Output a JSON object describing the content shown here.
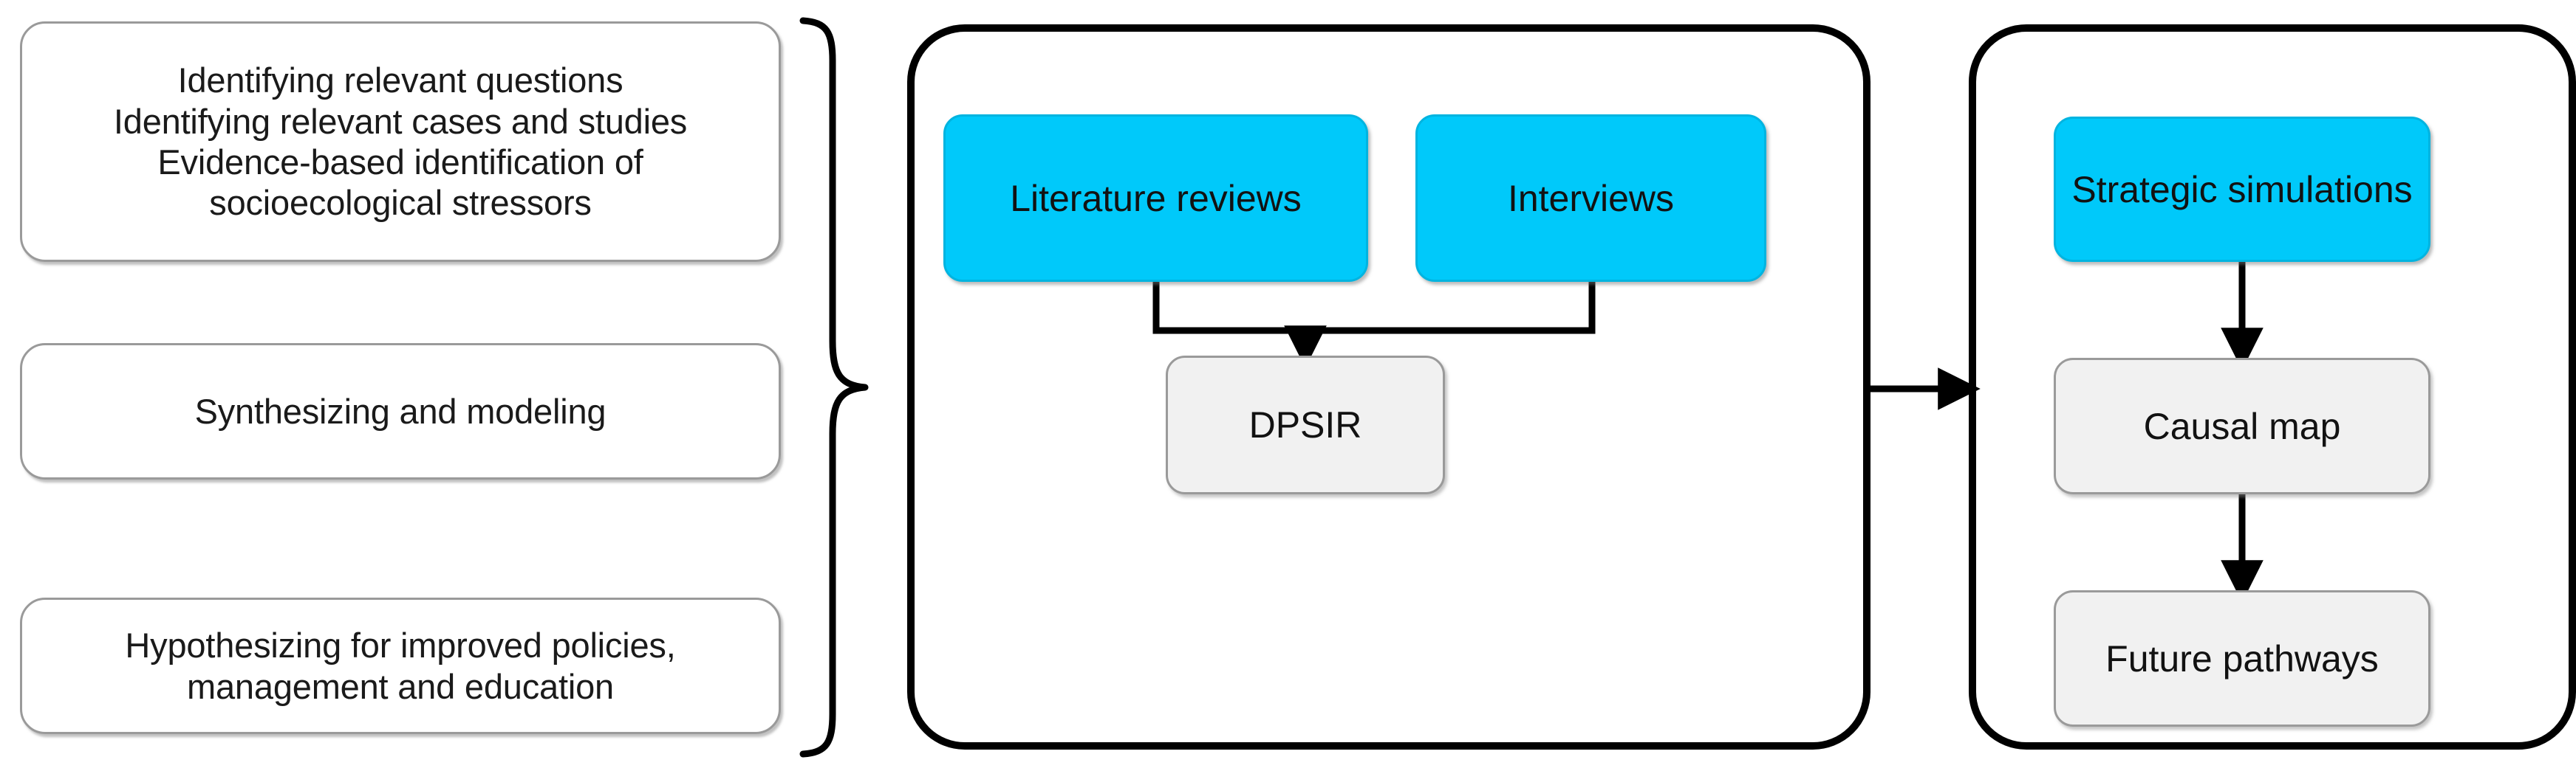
{
  "figure": {
    "type": "flow-diagram",
    "background_color": "#ffffff",
    "accent_color": "#00C9FA",
    "neutral_color": "#F1F1F1",
    "line_color": "#000000"
  },
  "phases": {
    "brace_label": "curly-brace-grouping-phases",
    "items": [
      {
        "id": "phase-1",
        "text": "Identifying relevant questions\nIdentifying relevant cases and studies\nEvidence-based identification of\nsocioecological stressors",
        "lines": [
          "Identifying relevant questions",
          "Identifying relevant cases and studies",
          "Evidence-based identification of",
          "socioecological stressors"
        ]
      },
      {
        "id": "phase-2",
        "text": "Synthesizing and modeling",
        "lines": [
          "Synthesizing and modeling"
        ]
      },
      {
        "id": "phase-3",
        "text": "Hypothesizing for improved policies,\nmanagement and education",
        "lines": [
          "Hypothesizing for improved policies,",
          "management and education"
        ]
      }
    ]
  },
  "methods_panel": {
    "name": "methods-panel",
    "nodes": {
      "literature": {
        "label": "Literature reviews",
        "style": "cyan"
      },
      "interviews": {
        "label": "Interviews",
        "style": "cyan"
      },
      "dpsir": {
        "label": "DPSIR",
        "style": "grey"
      }
    }
  },
  "outcomes_panel": {
    "name": "outcomes-panel",
    "nodes": {
      "strategic": {
        "label": "Strategic simulations",
        "style": "cyan"
      },
      "causal": {
        "label": "Causal map",
        "style": "grey"
      },
      "future": {
        "label": "Future pathways",
        "style": "grey"
      }
    }
  },
  "connections": [
    {
      "from": "literature",
      "to": "dpsir",
      "kind": "merge-arrow"
    },
    {
      "from": "interviews",
      "to": "dpsir",
      "kind": "merge-arrow"
    },
    {
      "from": "methods-panel",
      "to": "outcomes-panel",
      "kind": "horizontal-arrow"
    },
    {
      "from": "strategic",
      "to": "causal",
      "kind": "vertical-arrow"
    },
    {
      "from": "causal",
      "to": "future",
      "kind": "vertical-arrow"
    }
  ]
}
